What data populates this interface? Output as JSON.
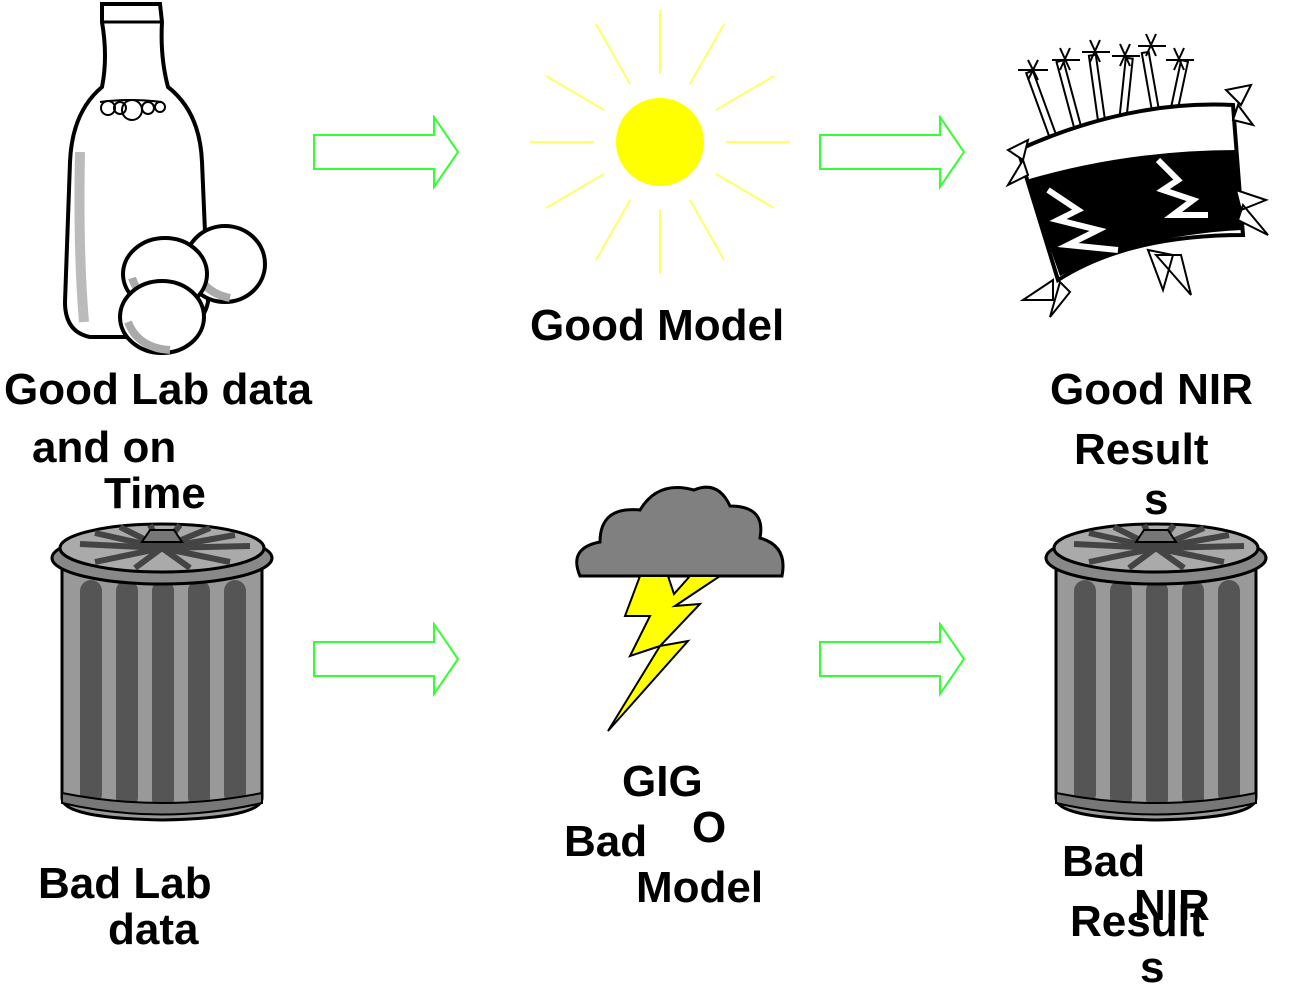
{
  "labels": {
    "good_lab_line1": "Good Lab data",
    "good_lab_line2": "and on",
    "good_lab_line3": "Time",
    "good_model": "Good Model",
    "good_nir_line1": "Good NIR",
    "good_nir_line2": "Result",
    "good_nir_line3": "s",
    "bad_lab_line1": "Bad Lab",
    "bad_lab_line2": "data",
    "gigo_line1": "GIG",
    "gigo_line2": "O",
    "bad_model_line1": "Bad",
    "bad_model_line2": "Model",
    "bad_nir_line1": "Bad",
    "bad_nir_line2": "NIR",
    "bad_nir_line3": "Result",
    "bad_nir_line4": "s"
  },
  "icons": {
    "good_lab": "milk-bottle-eggs-icon",
    "good_model": "sun-icon",
    "good_results": "celebration-cake-icon",
    "bad_lab": "trash-can-icon",
    "bad_model": "storm-cloud-lightning-icon",
    "bad_results": "trash-can-icon"
  },
  "colors": {
    "arrow": "#33ff33",
    "sun": "#ffff00",
    "lightning": "#ffff00",
    "cloud": "#808080",
    "trash": "#999999"
  }
}
